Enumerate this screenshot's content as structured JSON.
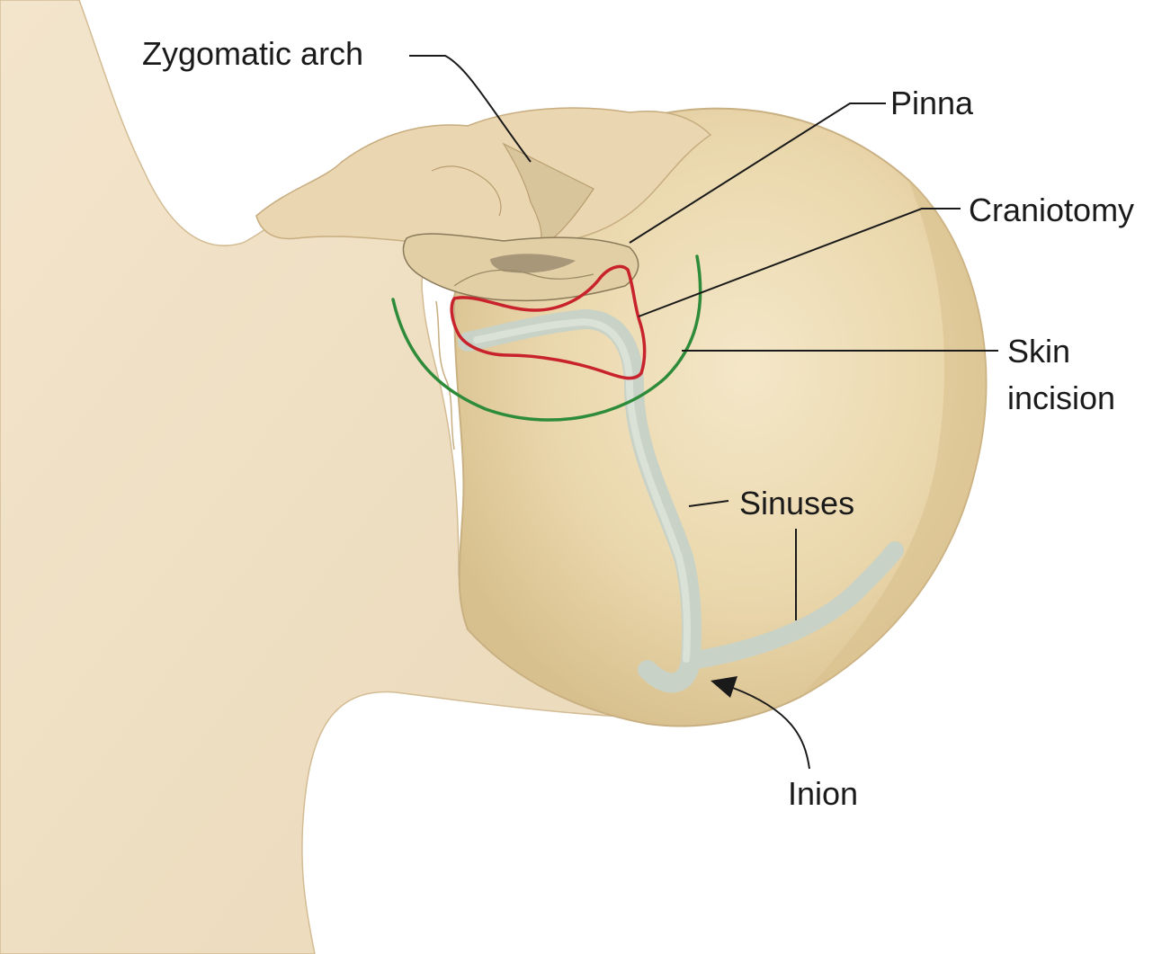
{
  "labels": {
    "zygomatic_arch": "Zygomatic arch",
    "pinna": "Pinna",
    "craniotomy": "Craniotomy",
    "skin_incision_line1": "Skin",
    "skin_incision_line2": "incision",
    "sinuses": "Sinuses",
    "inion": "Inion"
  },
  "colors": {
    "skin": "#efe0c6",
    "skull": "#e8d4a8",
    "craniotomy_outline": "#c8232c",
    "incision_outline": "#2e8b3a",
    "sinus": "#cfd6cc",
    "text": "#1a1a1a"
  }
}
